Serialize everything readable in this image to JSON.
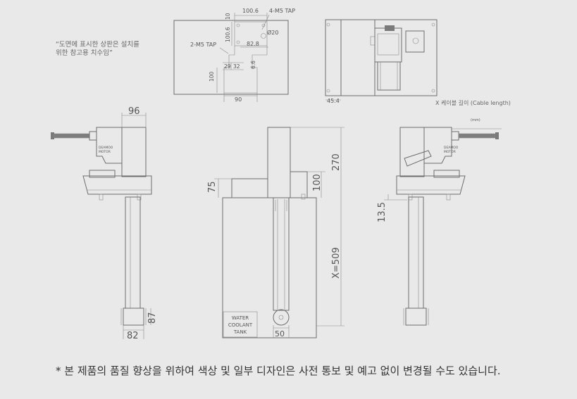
{
  "note_lines": [
    "“도면에 표시한 상판은 설치를",
    "위한 참고용 치수임”"
  ],
  "footer": "* 본 제품의 품질 향상을 위하여 색상 및 일부 디자인은 사전 통보 및 예고 없이 변경될 수도 있습니다.",
  "cable_label": "X 케이블 길이 (Cable length)",
  "plate": {
    "dim_top": "100.6",
    "tap4": "4-M5 TAP",
    "dim_10": "10",
    "dim_100_6_v": "100.6",
    "dia": "Ø20",
    "dim_82_8": "82.8",
    "tap2": "2-M5 TAP",
    "dim_29": "29",
    "dim_32": "32",
    "dim_6_6": "6.6",
    "dim_100": "100",
    "dim_90": "90"
  },
  "top_view": {
    "dim_45_4": "45.4"
  },
  "side_left": {
    "dim_96": "96",
    "dim_87": "87",
    "dim_82": "82",
    "brand_line1": "DEAMOO",
    "brand_line2": "MOTOR"
  },
  "front": {
    "dim_270": "270",
    "dim_75": "75",
    "dim_100": "100",
    "dim_x": "X=509",
    "dim_50": "50",
    "tank_lines": [
      "WATER",
      "COOLANT",
      "TANK"
    ]
  },
  "side_right": {
    "dim_13_5": "13.5",
    "mm_label": "(mm)",
    "brand_line1": "DEAMOO",
    "brand_line2": "MOTOR"
  }
}
